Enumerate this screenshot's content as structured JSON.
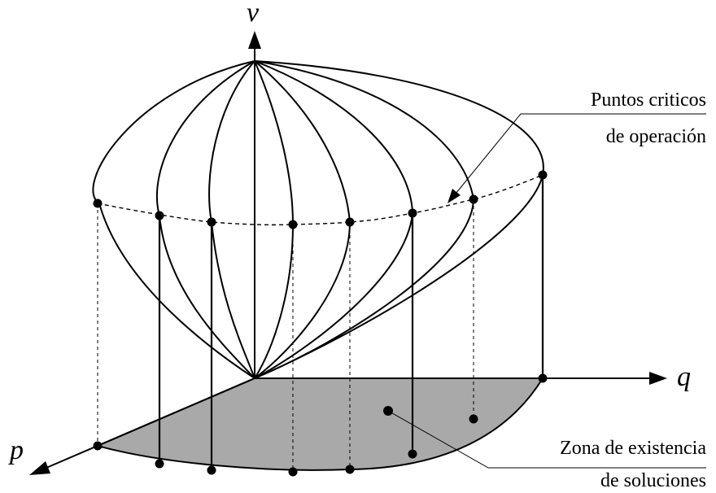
{
  "axes": {
    "v_label": "v",
    "q_label": "q",
    "p_label": "p"
  },
  "annotations": {
    "critical_points_line1": "Puntos criticos",
    "critical_points_line2": "de operación",
    "zone_line1": "Zona de existencia",
    "zone_line2": "de soluciones"
  },
  "colors": {
    "zone_fill": "#a9a9a9",
    "line": "#000000"
  }
}
